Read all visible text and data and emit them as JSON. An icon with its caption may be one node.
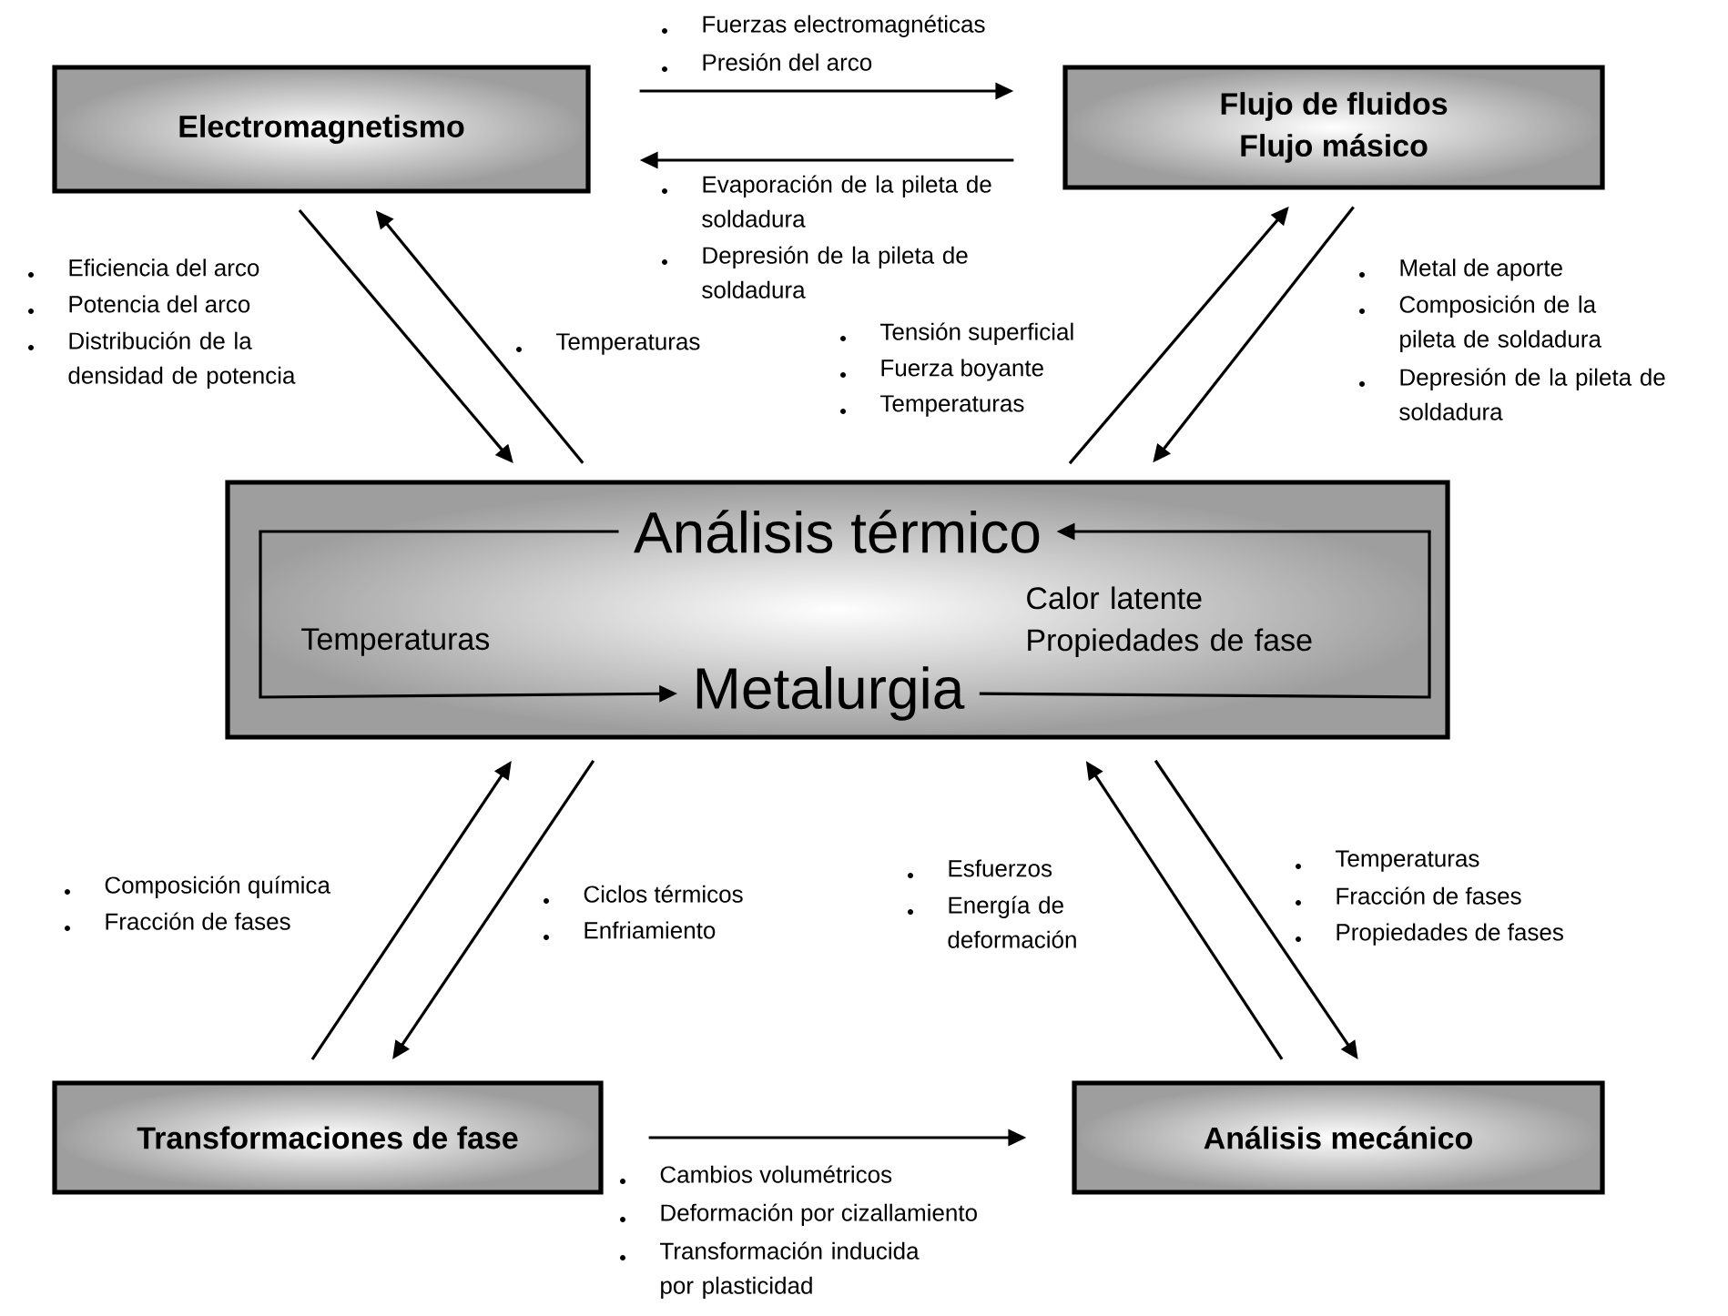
{
  "diagram": {
    "nodes": [
      {
        "text": [
          "Electromagnetismo"
        ]
      },
      {
        "text": [
          "Flujo de fluidos",
          "Flujo másico"
        ]
      },
      {
        "text": [],
        "shape": "box"
      },
      {
        "text": [
          "Análisis térmico"
        ],
        "in": 2
      },
      {
        "text": [
          "Metalurgia"
        ],
        "in": 2
      },
      {
        "text": [
          "Transformaciones de fase"
        ]
      },
      {
        "text": [
          "Análisis mecánico"
        ]
      }
    ],
    "edges": [
      {
        "from": 0,
        "to": 1,
        "arrow": "to"
      },
      {
        "from": 1,
        "to": 0,
        "arrow": "to"
      },
      {
        "from": 0,
        "to": 2,
        "arrow": "to"
      },
      {
        "from": 2,
        "to": 0,
        "arrow": "to"
      },
      {
        "from": 2,
        "to": 1,
        "arrow": "to"
      },
      {
        "from": 1,
        "to": 2,
        "arrow": "to"
      },
      {
        "from": 5,
        "to": 2,
        "arrow": "to"
      },
      {
        "from": 2,
        "to": 5,
        "arrow": "to"
      },
      {
        "from": 6,
        "to": 2,
        "arrow": "to"
      },
      {
        "from": 2,
        "to": 6,
        "arrow": "to"
      },
      {
        "from": 5,
        "to": 6,
        "arrow": "to"
      },
      {
        "from": 3,
        "to": 4,
        "arrow": "to",
        "label": "Temperaturas"
      },
      {
        "from": 4,
        "to": 3,
        "arrow": "to",
        "label": "Calor latente Propiedades de fase"
      }
    ],
    "labels": [
      "Fuerzas electromagnéticas",
      "Presión del arco",
      "Evaporación de la pileta de soldadura",
      "Depresión de la pileta de soldadura",
      "Eficiencia del arco",
      "Potencia del arco",
      "Distribución de la densidad de potencia",
      "Temperaturas",
      "Tensión superficial",
      "Fuerza boyante",
      "Temperaturas",
      "Metal de aporte",
      "Composición de la pileta de soldadura",
      "Depresión de la pileta de soldadura",
      "Composición química",
      "Fracción de fases",
      "Ciclos térmicos",
      "Enfriamiento",
      "Esfuerzos",
      "Energía de deformación",
      "Temperaturas",
      "Fracción de fases",
      "Propiedades de fases",
      "Cambios volumétricos",
      "Deformación por cizallamiento",
      "Transformación inducida por plasticidad"
    ]
  }
}
